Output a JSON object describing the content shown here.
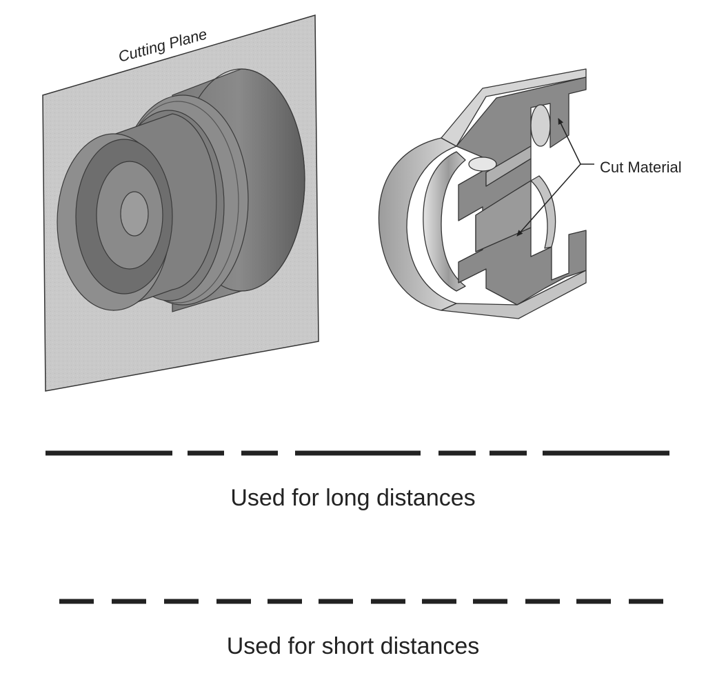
{
  "labels": {
    "cutting_plane": "Cutting Plane",
    "cut_material": "Cut Material"
  },
  "captions": {
    "long": "Used for long distances",
    "short": "Used for short distances"
  },
  "colors": {
    "ink": "#222222",
    "plane": "#c9c9c9",
    "part_dark": "#6f6f6f",
    "part_light": "#b9b9b9"
  }
}
